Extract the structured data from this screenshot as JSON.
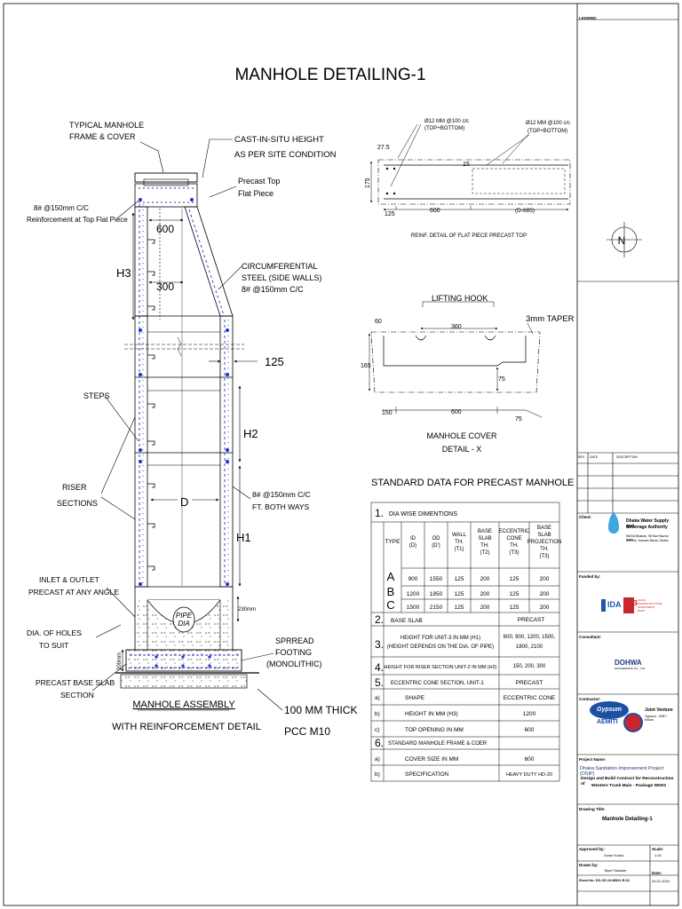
{
  "drawing": {
    "title": "MANHOLE DETAILING-1",
    "legend_label": "LEGEND:",
    "north_label": "N"
  },
  "assembly": {
    "labels": {
      "frame_cover": [
        "TYPICAL MANHOLE",
        "FRAME & COVER"
      ],
      "cast_in_situ": [
        "CAST-IN-SITU HEIGHT",
        "AS PER SITE CONDITION"
      ],
      "precast_top": [
        "Precast Top",
        "Flat Piece"
      ],
      "reinf_top": [
        "8# @150mm C/C",
        "Reinforcement at Top Flat Piece"
      ],
      "circumferential": [
        "CIRCUMFERENTIAL",
        "STEEL (SIDE WALLS)",
        "8# @150mm C/C"
      ],
      "steps": "STEPS",
      "riser": [
        "RISER",
        "SECTIONS"
      ],
      "both_ways": [
        "8# @150mm C/C",
        "FT. BOTH WAYS"
      ],
      "inlet": [
        "INLET & OUTLET",
        "PRECAST AT ANY ANGLE"
      ],
      "dia_holes": [
        "DIA. OF HOLES",
        "TO SUIT"
      ],
      "base_slab": [
        "PRECAST BASE SLAB",
        "SECTION"
      ],
      "spread": [
        "SPRREAD",
        "FOOTING",
        "(MONOLITHIC)"
      ],
      "pcc": [
        "100 MM THICK",
        "PCC M10"
      ],
      "pipe_dia": [
        "PIPE",
        "DIA"
      ],
      "caption": [
        "MANHOLE ASSEMBLY",
        "WITH REINFORCEMENT DETAIL"
      ]
    },
    "dims": {
      "d600": "600",
      "d300": "300",
      "d125": "125",
      "H1": "H1",
      "H2": "H2",
      "H3": "H3",
      "D": "D",
      "mm230": "230mm",
      "mm200": "200mm"
    }
  },
  "flat_piece": {
    "rebar_left": [
      "Ø12 MM @100 c/c",
      "(TOP+BOTTOM)"
    ],
    "rebar_right": [
      "Ø12 MM @100 c/c",
      "(TOP+BOTTOM)"
    ],
    "dims": {
      "d275": "27.5",
      "d175": "175",
      "d15": "15",
      "d125": "125",
      "d600": "600",
      "dia": "(D-685)"
    },
    "caption": "REINF. DETAIL OF FLAT PIECE PRECAST TOP"
  },
  "cover": {
    "lifting_hook": "LIFTING HOOK",
    "taper": "3mm TAPER",
    "dims": {
      "d60": "60",
      "d360": "360",
      "d165": "165",
      "d75a": "75",
      "d150": "150",
      "d600": "600",
      "d75b": "75"
    },
    "caption": [
      "MANHOLE COVER",
      "DETAIL - X"
    ]
  },
  "std": {
    "title": "STANDARD DATA FOR PRECAST MANHOLE",
    "s1": {
      "num": "1.",
      "label": "DIA WISE DIMENTIONS"
    },
    "headers": [
      [
        "TYPE"
      ],
      [
        "ID",
        "(D)"
      ],
      [
        "OD",
        "(D')"
      ],
      [
        "WALL",
        "TH.",
        "(T1)"
      ],
      [
        "BASE",
        "SLAB",
        "TH.",
        "(T2)"
      ],
      [
        "ECCENTRIC",
        "CONE",
        "TH.",
        "(T3)"
      ],
      [
        "BASE",
        "SLAB",
        "PROJECTION",
        "TH.",
        "(T3)"
      ]
    ],
    "rows": [
      [
        "A",
        "900",
        "1550",
        "125",
        "200",
        "125",
        "200"
      ],
      [
        "B",
        "1200",
        "1850",
        "125",
        "200",
        "125",
        "200"
      ],
      [
        "C",
        "1500",
        "2150",
        "125",
        "200",
        "125",
        "200"
      ]
    ],
    "s2": {
      "num": "2.",
      "label": "BASE SLAB",
      "value": "PRECAST"
    },
    "s3": {
      "num": "3.",
      "label": [
        "HEIGHT FOR UNIT-3 IN MM (H1)",
        "(HEIGHT DEPENDS ON THE DIA. OF PIPE)"
      ],
      "value": [
        "600, 900, 1200, 1500,",
        "1800, 2100"
      ]
    },
    "s4": {
      "num": "4.",
      "label": "HEIGHT FOR RISER SECTION UNIT-2 IN MM (H2)",
      "value": "150, 200, 300"
    },
    "s5": {
      "num": "5.",
      "label": "ECCENTRIC CONE SECTION, UNIT-1",
      "value": "PRECAST"
    },
    "s5_rows": [
      {
        "sub": "a)",
        "label": "SHAPE",
        "value": "ECCENTRIC CONE"
      },
      {
        "sub": "b)",
        "label": "HEIGHT IN MM (H3)",
        "value": "1200"
      },
      {
        "sub": "c)",
        "label": "TOP OPENING IN MM",
        "value": "600"
      }
    ],
    "s6": {
      "num": "6.",
      "label": "STANDARD MANHOLE FRAME & COER"
    },
    "s6_rows": [
      {
        "sub": "a)",
        "label": "COVER SIZE IN MM",
        "value": "600"
      },
      {
        "sub": "b)",
        "label": "SPECIFICATION",
        "value": "HEAVY DUTY HD-20"
      }
    ]
  },
  "titleblock": {
    "rev_headers": [
      "REV.",
      "DATE",
      "DESCRIPTION"
    ],
    "client_label": "Client:",
    "client_name": [
      "Dhaka Water Supply and",
      "Sewerage Authority"
    ],
    "client_address": [
      "WASA Bhaban, 98 Kazi Nazrul Islam",
      "Avenue, Karwan Bazar, Dhaka"
    ],
    "funded_label": "Funded by:",
    "funders": [
      "IDA",
      "AIIB"
    ],
    "aiib_text": [
      "ASIAN",
      "INFRASTRUCTURE",
      "INVESTMENT",
      "BANK"
    ],
    "consultant_label": "Consultant:",
    "consultant": "DOHWA",
    "consultant_sub": "ENGINEERING CO., LTD.",
    "contractor_label": "Contractor:",
    "contractor_a": "Gypsum",
    "contractor_b": "AEMITI",
    "jv": [
      "Joint Venture",
      "Gypsum - EMIT - Khilan"
    ],
    "project_label": "Project Name:",
    "project": "Dhaka Sanitation Improvement Project (DSIP)",
    "contract": [
      "Design and Build Contract for Reconstruction of",
      "Western Trunk Main - Package WD03"
    ],
    "drawing_title_label": "Drawing Title:",
    "drawing_title": "Manhole Detailing-1",
    "approved_label": "Approved by:",
    "approved": "Zoran Kostic",
    "scale_label": "Scale:",
    "scale": "1:20",
    "drawn_label": "Drawn by:",
    "drawn": "Tayef Talukder",
    "sheet_label": "Sheet No: DS-CE-10-MD01-R-01",
    "date_label": "Date:",
    "date": "24.01.2024"
  }
}
